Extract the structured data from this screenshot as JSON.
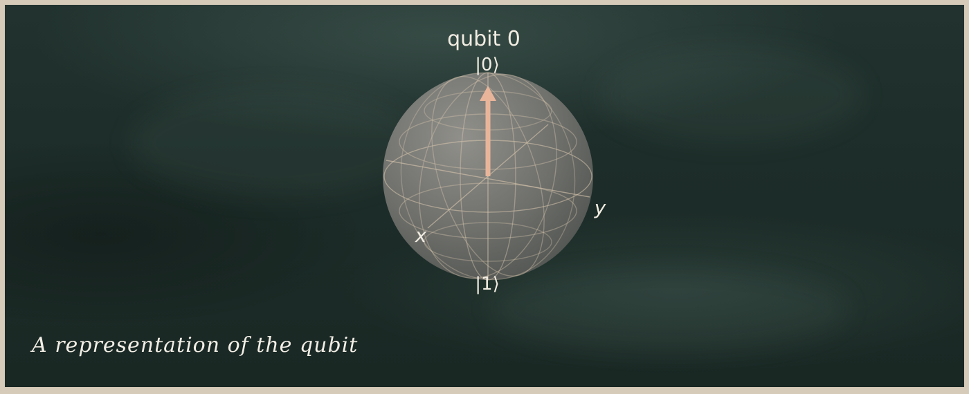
{
  "figure": {
    "title": "qubit 0",
    "labels": {
      "north": "|0⟩",
      "south": "|1⟩",
      "x_axis": "x",
      "y_axis": "y"
    },
    "state_vector": {
      "theta_deg": 0,
      "color": "#e8b59a"
    },
    "colors": {
      "board": "#1d2d29",
      "frame": "#d6cbb8",
      "sphere": "#8f8f8f",
      "wire": "#d8c6ad"
    }
  },
  "caption": "A representation of the qubit"
}
